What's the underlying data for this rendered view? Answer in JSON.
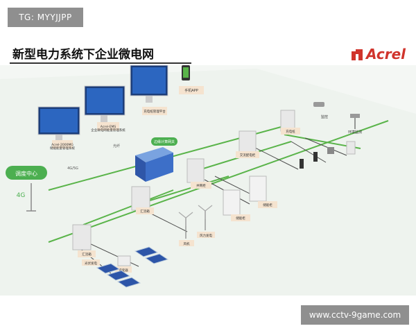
{
  "watermarks": {
    "top": "TG: MYYJJPP",
    "bottom": "www.cctv-9game.com"
  },
  "title": "新型电力系统下企业微电网",
  "logo": {
    "text": "Acrel"
  },
  "diagram": {
    "monitor_labels": [
      "Acrel-2000MG\n储能能量管理系统",
      "Acrel-EMS\n企业微电网能量管理系统",
      "充电桩管理平台"
    ],
    "app_label": "手机APP",
    "link_labels": [
      "光纤",
      "4G/5G"
    ],
    "center_label": "调度中心",
    "gateway_label": "边缘计算网关",
    "tower_label": "4G",
    "cabinet_labels": [
      "汇流箱",
      "汇流箱",
      "并网柜",
      "交流配电柜",
      "充电桩",
      "储能柜",
      "储能柜",
      "风机",
      "风力发电",
      "逆变器",
      "光伏发电"
    ],
    "camera_labels": [
      "监控",
      "环境监测"
    ]
  }
}
